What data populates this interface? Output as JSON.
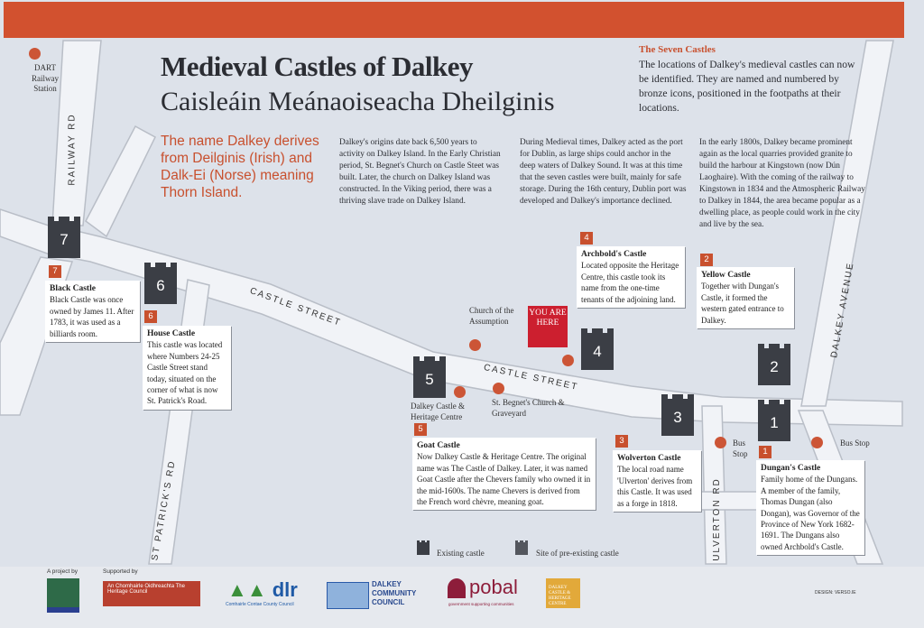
{
  "title_en": "Medieval Castles of Dalkey",
  "title_ga": "Caisleáin Meánaoiseacha Dheilginis",
  "subtitle": "The name Dalkey derives from Deilginis (Irish) and Dalk-Ei (Norse) meaning Thorn Island.",
  "paragraphs": [
    "Dalkey's origins date back 6,500 years to activity on Dalkey Island. In the Early Christian period, St. Begnet's Church on Castle Steet was built. Later, the church on Dalkey Island was constructed. In the Viking period, there was a thriving slave trade on Dalkey Island.",
    "During Medieval times, Dalkey acted as the port for Dublin, as large ships could anchor in the deep waters of Dalkey Sound. It was at this time that the seven castles were built, mainly for safe storage. During the 16th century, Dublin port was developed and Dalkey's importance declined.",
    "In the early 1800s, Dalkey became prominent again as the local quarries provided granite to build the harbour at Kingstown (now Dún Laoghaire). With the coming of the railway to Kingstown in 1834 and the Atmospheric Railway to Dalkey in 1844, the area became popular as a dwelling place, as people could work in the city and live by the sea."
  ],
  "seven_castles": {
    "heading": "The Seven Castles",
    "text": "The locations of Dalkey's medieval castles can now be identified. They are named and numbered by bronze icons, positioned in the footpaths at their locations."
  },
  "castles": [
    {
      "number": "1",
      "name": "Dungan's Castle",
      "text": "Family home of the Dungans. A member of the family, Thomas Dungan (also Dongan), was Governor of the Province of New York 1682-1691. The Dungans also owned Archbold's Castle."
    },
    {
      "number": "2",
      "name": "Yellow Castle",
      "text": "Together with Dungan's Castle, it formed the western gated entrance to Dalkey."
    },
    {
      "number": "3",
      "name": "Wolverton Castle",
      "text": "The local road name 'Ulverton' derives from this Castle. It was used as a forge in 1818."
    },
    {
      "number": "4",
      "name": "Archbold's Castle",
      "text": "Located opposite the Heritage Centre, this castle took its name from the one-time tenants of the adjoining land."
    },
    {
      "number": "5",
      "name": "Goat Castle",
      "text": "Now Dalkey Castle & Heritage Centre. The original name was The Castle of Dalkey. Later, it was named Goat Castle after the Chevers family who owned it in the mid-1600s. The name Chevers is derived from the French word chèvre, meaning goat."
    },
    {
      "number": "6",
      "name": "House Castle",
      "text": "This castle was located where Numbers 24-25 Castle Street stand today, situated on the corner of what is now St. Patrick's Road."
    },
    {
      "number": "7",
      "name": "Black Castle",
      "text": "Black Castle was once owned by James 11. After 1783, it was used as a billiards room."
    }
  ],
  "map_labels": {
    "dart": "DART Railway Station",
    "railway_rd": "RAILWAY RD",
    "castle_street": "CASTLE STREET",
    "dalkey_avenue": "DALKEY AVENUE",
    "st_patricks_rd": "ST PATRICK'S RD",
    "ulverton_rd": "ULVERTON RD",
    "church": "Church of the Assumption",
    "begnet": "St. Begnet's Church & Graveyard",
    "heritage": "Dalkey Castle & Heritage Centre",
    "bus_stop": "Bus Stop",
    "you_are_here": "YOU ARE HERE"
  },
  "legend": {
    "existing": "Existing castle",
    "pre_existing": "Site of pre-existing castle"
  },
  "footer": {
    "project_by": "A project by",
    "supported_by": "Supported by",
    "heritage_council": "An Chomhairle Oidhreachta The Heritage Council",
    "dlr": "dlr",
    "dlr_sub": "Comhairle Contae County Council",
    "dcc": "DALKEY COMMUNITY COUNCIL",
    "pobal": "pobal",
    "pobal_sub": "government supporting communities",
    "dchc": "DALKEY CASTLE & HERITAGE CENTRE",
    "design": "DESIGN: VERSO.IE"
  },
  "colors": {
    "accent": "#c8502e",
    "castle": "#3b3e45",
    "here": "#cc1f2f"
  }
}
